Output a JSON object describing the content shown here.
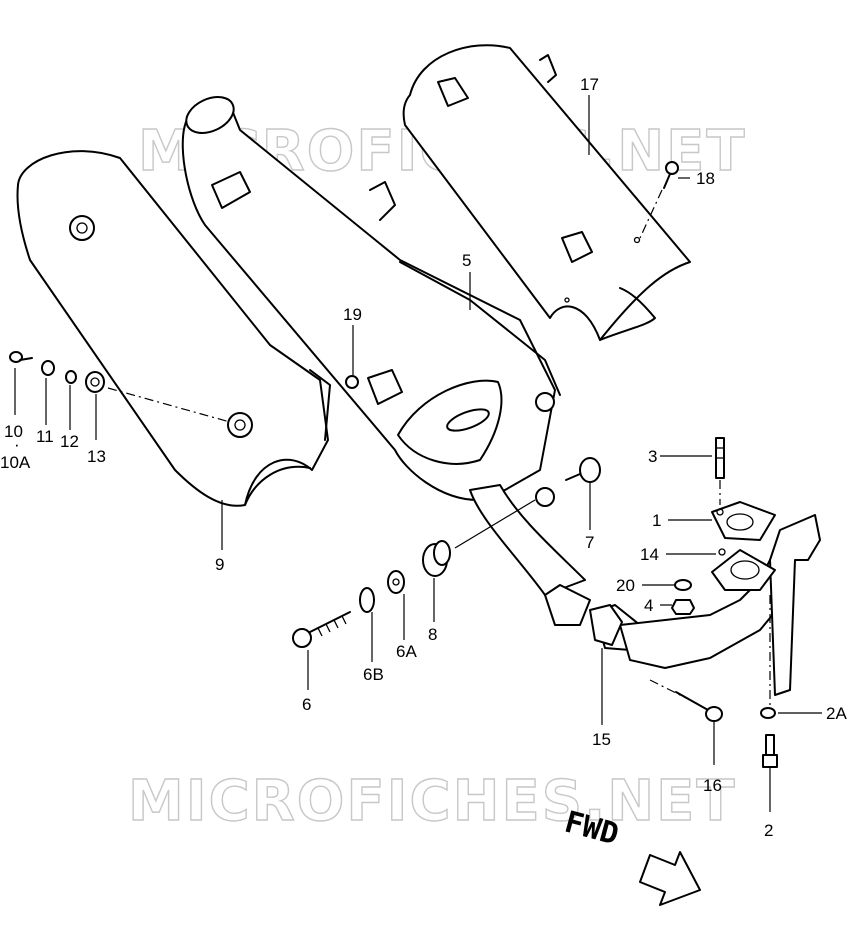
{
  "watermark": {
    "text": "MICROFICHES.NET"
  },
  "direction": {
    "label": "FWD"
  },
  "callouts": {
    "p1": "1",
    "p2": "2",
    "p2a": "2A",
    "p3": "3",
    "p4": "4",
    "p5": "5",
    "p6": "6",
    "p6a": "6A",
    "p6b": "6B",
    "p7": "7",
    "p8": "8",
    "p9": "9",
    "p10": "10",
    "p10dot": "·",
    "p10a": "10A",
    "p11": "11",
    "p12": "12",
    "p13": "13",
    "p14": "14",
    "p15": "15",
    "p16": "16",
    "p17": "17",
    "p18": "18",
    "p19": "19",
    "p20": "20"
  }
}
